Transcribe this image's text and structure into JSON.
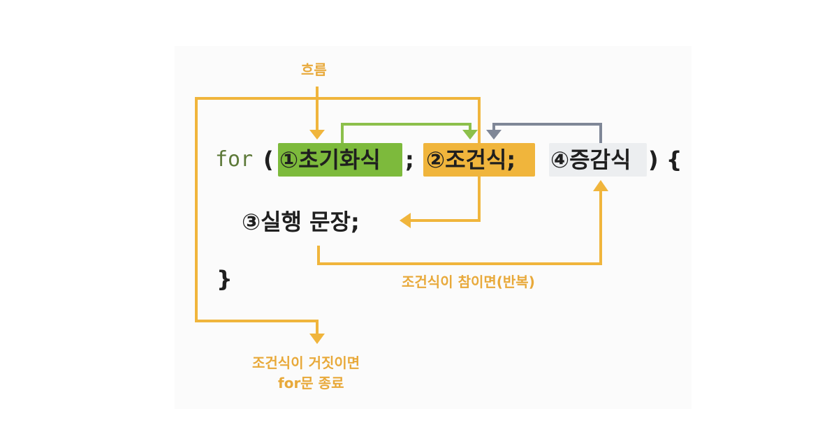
{
  "labels": {
    "flow": "흐름",
    "true_branch": "조건식이 참이면(반복)",
    "false_branch_line1": "조건식이 거짓이면",
    "false_branch_line2": "for문 종료"
  },
  "code": {
    "keyword": "for",
    "open_paren": "(",
    "init": "①초기화식",
    "sep1": ";",
    "condition": "②조건식;",
    "increment": "④증감식",
    "close_paren_brace": ") {",
    "statement": "③실행 문장;",
    "close_brace": "}"
  },
  "colors": {
    "init_highlight": "#7dba3c",
    "condition_highlight": "#f0b53c",
    "increment_highlight": "#eceef0",
    "flow_arrow": "#f0b53c",
    "init_to_condition_arrow": "#8cc04b",
    "increment_to_condition_arrow": "#7f8797",
    "label_text": "#e8a93a",
    "keyword_text": "#5e7a3a"
  },
  "icons": {
    "arrow_head": "triangle-arrow-icon"
  }
}
